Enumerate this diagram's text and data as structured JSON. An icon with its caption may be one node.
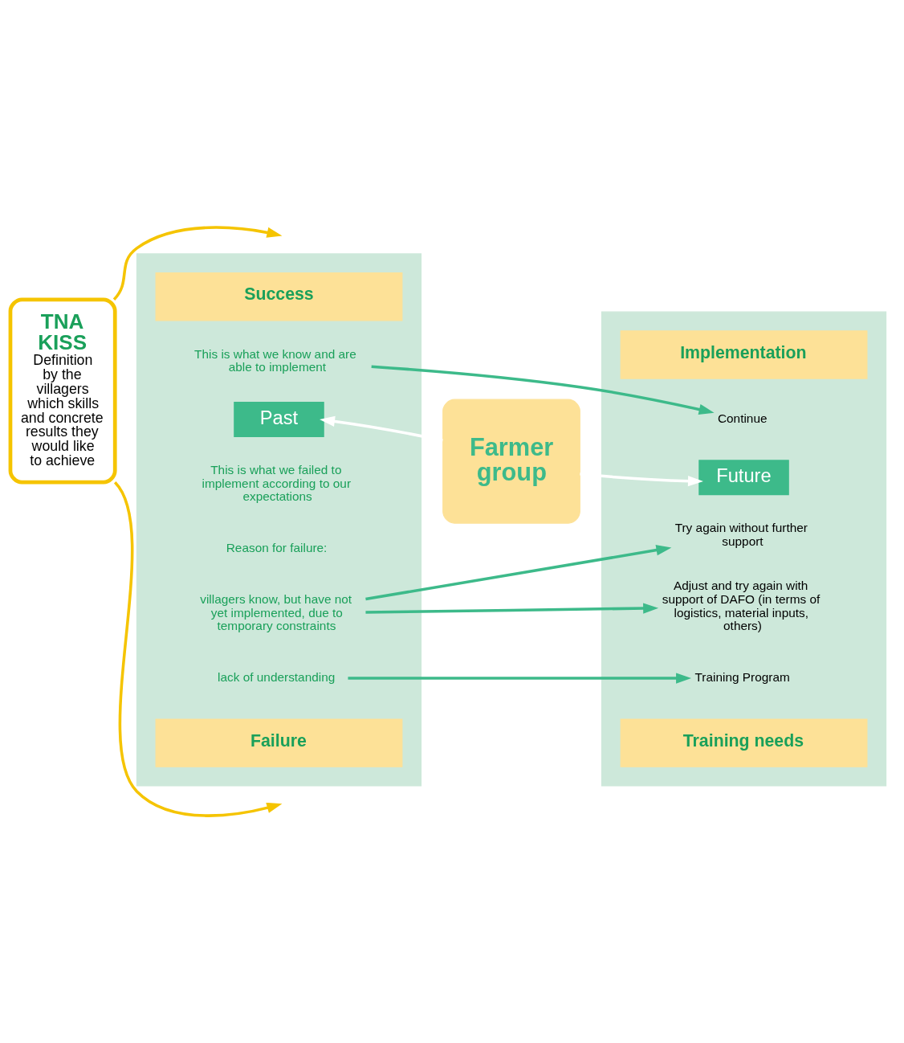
{
  "diagram": {
    "nodes": [
      {
        "text": [],
        "shape": "box"
      },
      {
        "text": [],
        "shape": "box"
      },
      {
        "text": [
          "Success"
        ],
        "in": 0
      },
      {
        "text": [
          "Implementation"
        ],
        "in": 1
      },
      {
        "text": [
          "This is what we know and are able to implement"
        ],
        "in": 0
      },
      {
        "text": [
          "Continue"
        ],
        "in": 1
      },
      {
        "text": [
          "Try again without further support"
        ],
        "in": 1
      },
      {
        "text": [
          "Adjust and try again with support of DAFO (in terms of logistics, material inputs, others)"
        ],
        "in": 1
      },
      {
        "text": [
          "TNA KISS",
          "Definition by the villagers which skills and concrete results they would like to achieve"
        ]
      },
      {
        "text": [
          "Past"
        ],
        "in": 0
      },
      {
        "text": [
          "Farmer group"
        ]
      },
      {
        "text": [
          "Future"
        ],
        "in": 1
      },
      {
        "text": [
          "This is what we failed to implement according to our expectations"
        ],
        "in": 0
      },
      {
        "text": [
          "villagers know, but have not yet implemented, due to temporary constraints"
        ],
        "in": 0
      },
      {
        "text": [
          "lack of understanding"
        ],
        "in": 0
      },
      {
        "text": [
          "Training Program"
        ],
        "in": 1
      },
      {
        "text": [
          "Failure"
        ],
        "in": 0
      },
      {
        "text": [
          "Training needs"
        ],
        "in": 1
      }
    ],
    "edges": [
      {
        "from": 4,
        "to": 5,
        "arrow": "to"
      },
      {
        "from": 13,
        "to": 6,
        "arrow": "to"
      },
      {
        "from": 13,
        "to": 7,
        "arrow": "to"
      },
      {
        "from": 8,
        "to": null,
        "arrow": "to",
        "color": "#f5c400"
      },
      {
        "from": 8,
        "to": null,
        "arrow": "to",
        "color": "#f5c400"
      },
      {
        "from": 10,
        "to": 9,
        "arrow": "to",
        "color": "#ffffff"
      },
      {
        "from": 10,
        "to": 11,
        "arrow": "to",
        "color": "#ffffff"
      },
      {
        "from": 14,
        "to": 15,
        "arrow": "to"
      }
    ],
    "labels": [
      "Reason for failure:"
    ]
  }
}
